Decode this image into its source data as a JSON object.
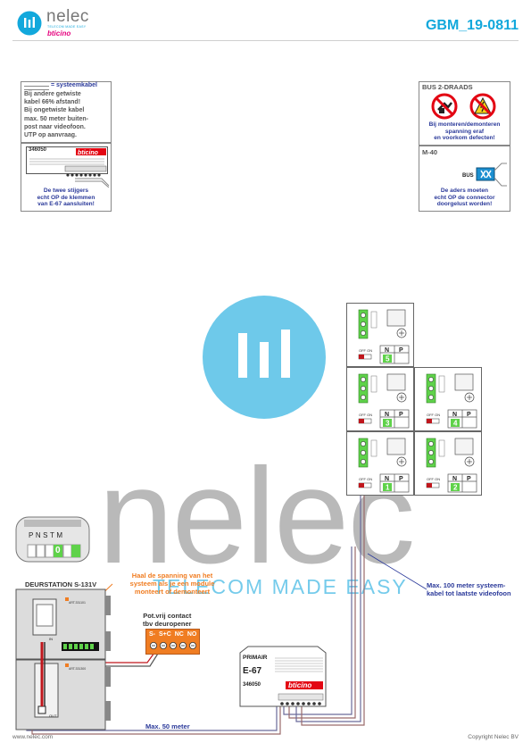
{
  "header": {
    "brand": "nelec",
    "brand_tagline": "TELECOM MADE EASY",
    "partner": "bticino",
    "doc_code": "GBM_19-0811"
  },
  "colors": {
    "accent_cyan": "#12a8dc",
    "blue_text": "#2b3a9a",
    "red_text": "#c0161c",
    "orange": "#f07d22",
    "watermark_grey": "#a6a6a6",
    "watermark_cyan": "#5ec3e8"
  },
  "info_left": {
    "legend": "= systeemkabel",
    "lines": [
      "Bij andere getwiste",
      "kabel 66% afstand!",
      "Bij ongetwiste kabel",
      "max. 50 meter buiten-",
      "post naar videofoon.",
      "UTP op aanvraag."
    ],
    "module_code": "346050",
    "module_brand": "bticino",
    "note": [
      "De twee stijgers",
      "echt OP de klemmen",
      "van E-67 aansluiten!"
    ]
  },
  "info_right": {
    "title": "BUS 2-DRAADS",
    "warning": [
      "Bij monteren/demonteren",
      "spanning eraf",
      "en voorkom defecten!"
    ],
    "m40_label": "M-40",
    "bus_label": "BUS",
    "note": [
      "De aders moeten",
      "echt OP de connector",
      "doorgelust worden!"
    ]
  },
  "watermark": {
    "text": "nelec",
    "tagline": "TELECOM MADE EASY"
  },
  "door_station": {
    "terminal_labels": [
      "P",
      "N",
      "S",
      "T",
      "M"
    ],
    "terminal_value": "0",
    "title": "DEURSTATION S-131V",
    "module_top": "ART.331101",
    "module_bottom": "ART.331300",
    "in_label": "IN",
    "out_label": "OUT",
    "voltage_note": [
      "Haal de spanning van het",
      "systeem als je een module",
      "monteert of demonteert"
    ]
  },
  "contact": {
    "title": [
      "Pot.vrij contact",
      "tbv deuropener"
    ],
    "terminals": [
      "S-",
      "S+",
      "C",
      "NC",
      "NO"
    ]
  },
  "e67": {
    "label_top": "PRIMAIR",
    "name": "E-67",
    "code": "346050",
    "brand": "bticino"
  },
  "videophones": [
    {
      "n": "5",
      "p": ""
    },
    {
      "n": "3",
      "p": ""
    },
    {
      "n": "4",
      "p": ""
    },
    {
      "n": "1",
      "p": ""
    },
    {
      "n": "2",
      "p": ""
    }
  ],
  "vp_labels": {
    "n": "N",
    "p": "P",
    "off_on": "OFF ON"
  },
  "annotations": {
    "max100": [
      "Max. 100 meter systeem-",
      "kabel tot laatste videofoon"
    ],
    "max50": "Max. 50 meter"
  },
  "footer": {
    "left": "www.nelec.com",
    "right": "Copyright Nelec BV"
  }
}
